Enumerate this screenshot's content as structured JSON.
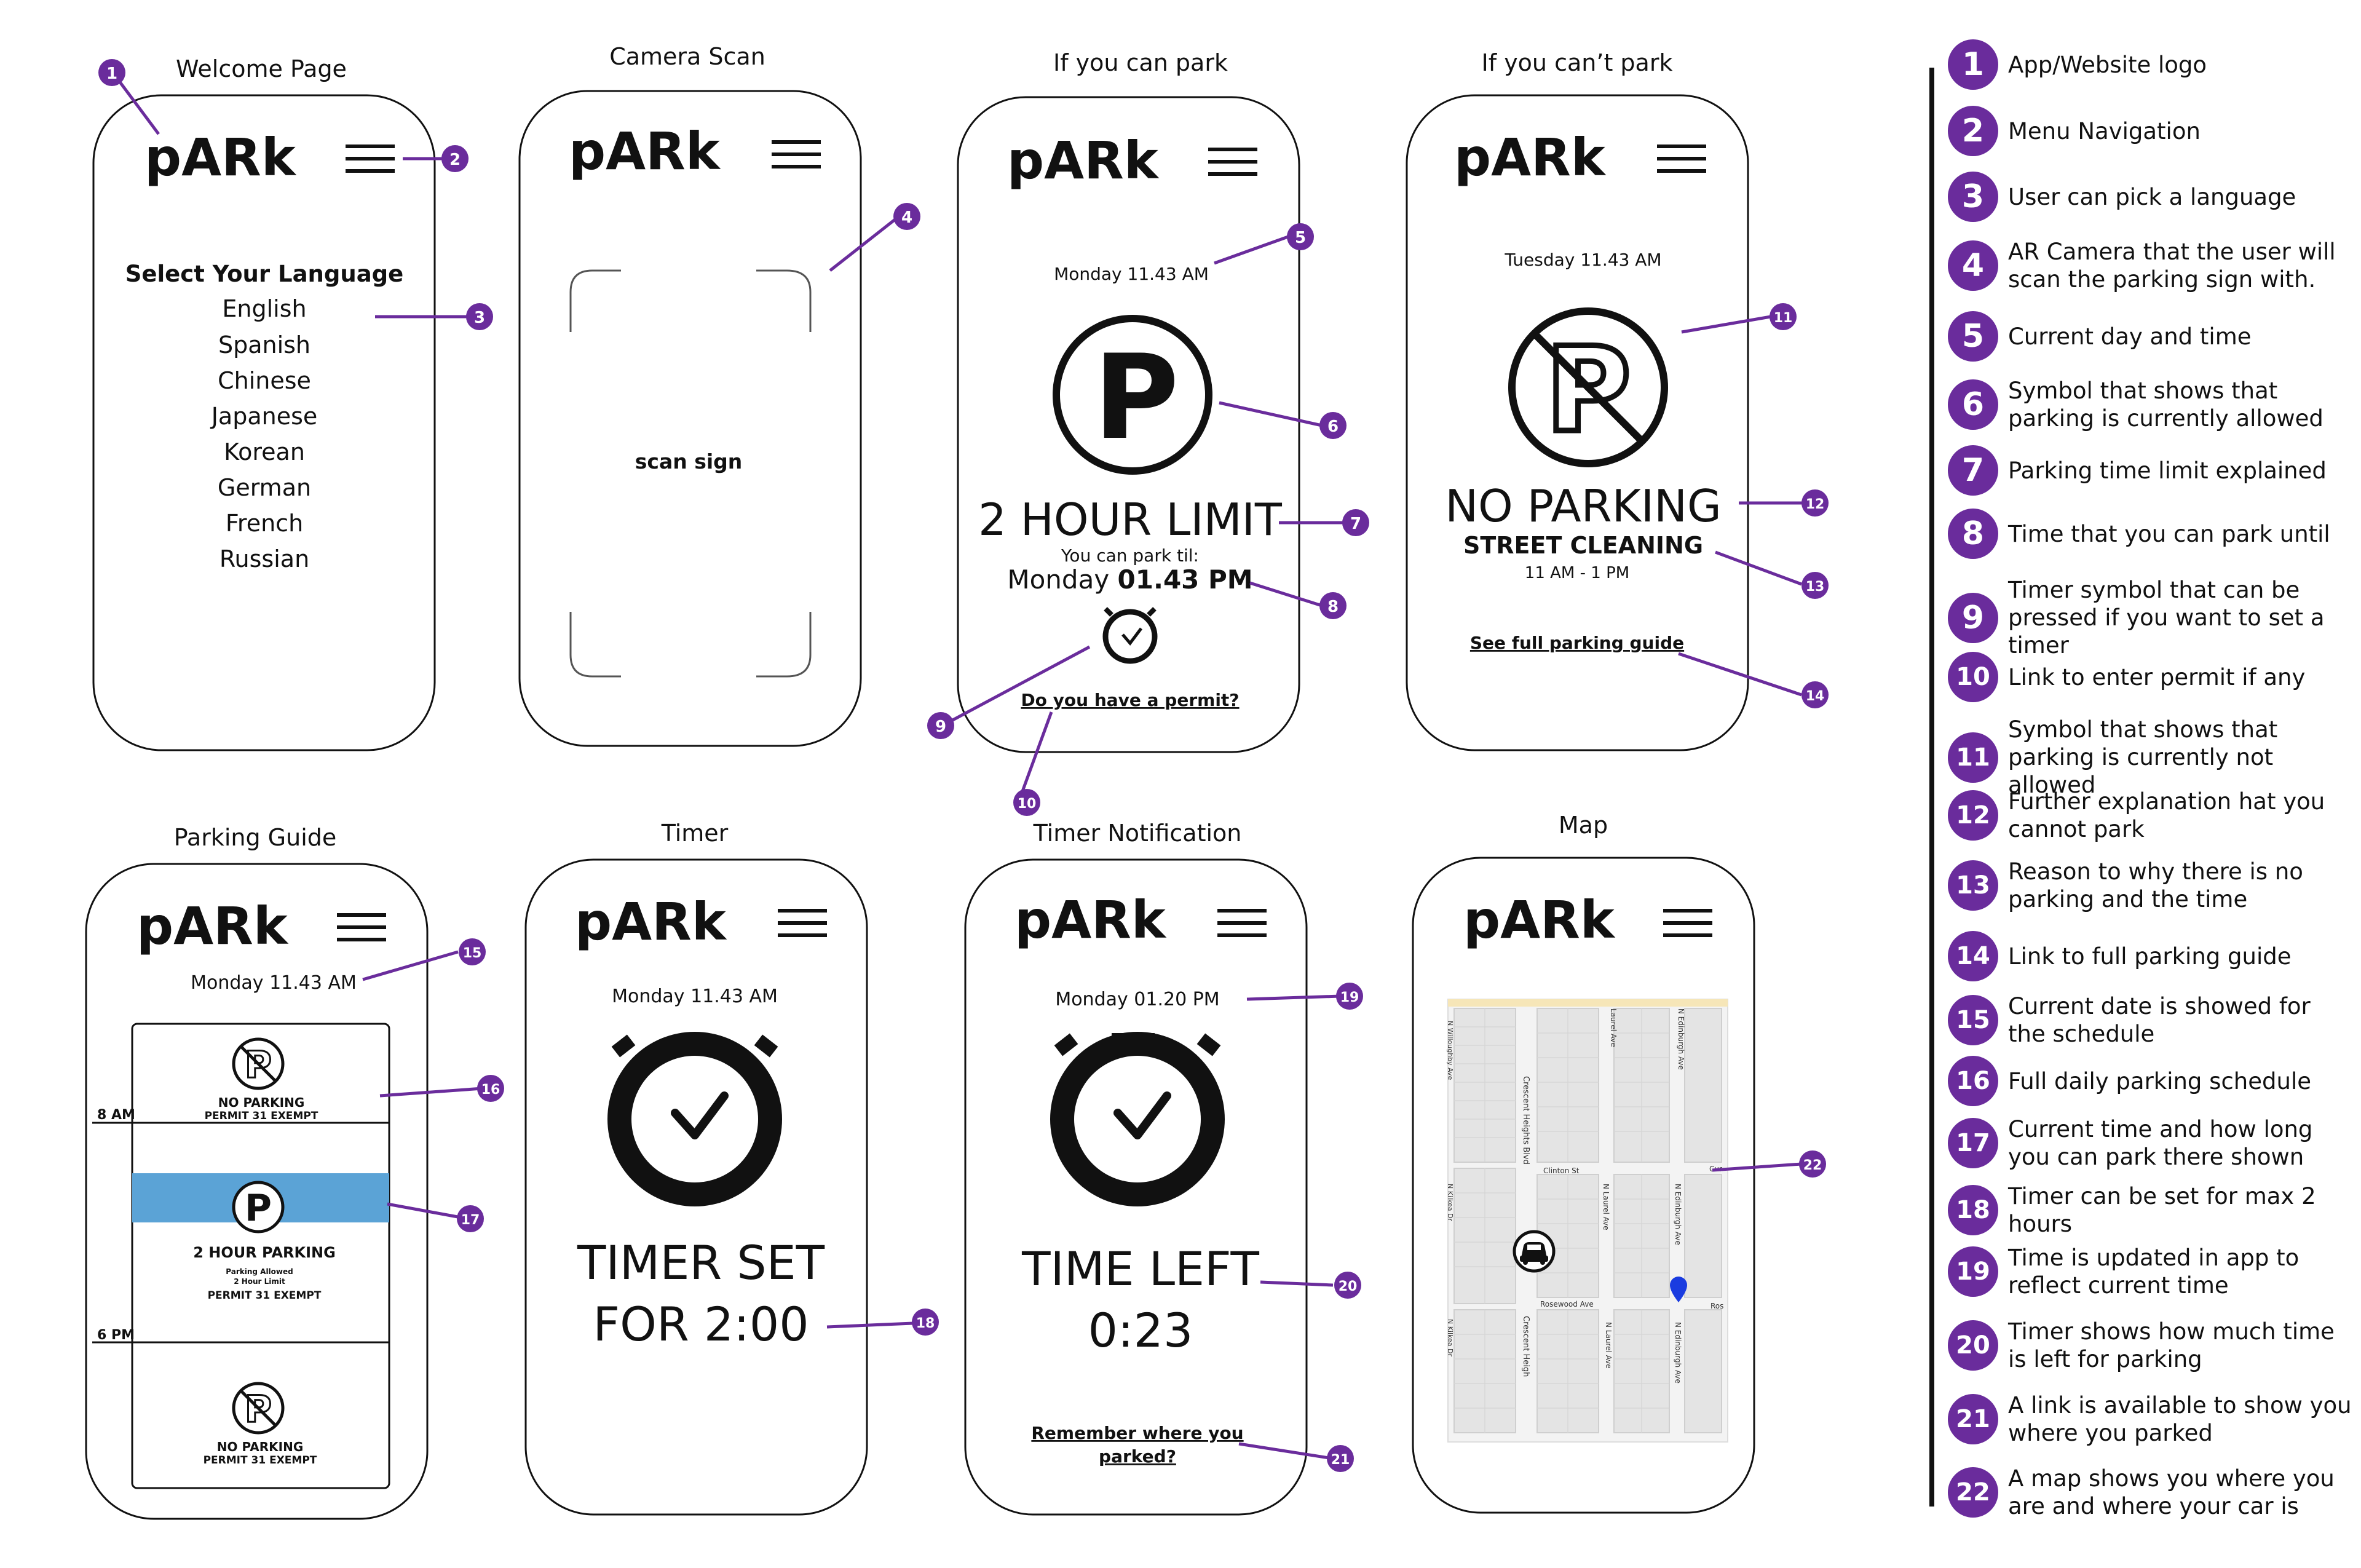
{
  "app": {
    "logo": "pARk"
  },
  "screens": {
    "welcome": {
      "title": "Welcome Page",
      "heading": "Select Your Language",
      "languages": [
        "English",
        "Spanish",
        "Chinese",
        "Japanese",
        "Korean",
        "German",
        "French",
        "Russian"
      ]
    },
    "camera": {
      "title": "Camera Scan",
      "prompt": "scan sign"
    },
    "can_park": {
      "title": "If you can park",
      "datetime": "Monday 11.43 AM",
      "limit": "2 HOUR LIMIT",
      "until_label": "You can park til:",
      "until_day": "Monday",
      "until_time": "01.43 PM",
      "permit_link": "Do you have a permit?"
    },
    "cant_park": {
      "title": "If you can’t park",
      "datetime": "Tuesday 11.43 AM",
      "status": "NO PARKING",
      "reason": "STREET CLEANING",
      "hours": "11 AM - 1 PM",
      "guide_link": "See full parking guide"
    },
    "guide": {
      "title": "Parking Guide",
      "datetime": "Monday 11.43 AM",
      "time_8am": "8 AM",
      "time_6pm": "6 PM",
      "block1_title": "NO PARKING",
      "block1_sub": "PERMIT 31 EXEMPT",
      "block2_title": "2 HOUR PARKING",
      "block2_line1": "Parking Allowed",
      "block2_line2": "2 Hour Limit",
      "block2_sub": "PERMIT 31 EXEMPT",
      "block3_title": "NO PARKING",
      "block3_sub": "PERMIT 31 EXEMPT",
      "highlight_color": "#5ba3d6"
    },
    "timer": {
      "title": "Timer",
      "datetime": "Monday 11.43 AM",
      "line1": "TIMER SET",
      "line2": "FOR 2:00"
    },
    "notification": {
      "title": "Timer Notification",
      "datetime": "Monday 01.20 PM",
      "line1": "TIME LEFT",
      "line2": "0:23",
      "link_line1": "Remember where you",
      "link_line2": "parked?"
    },
    "map": {
      "title": "Map",
      "streets": [
        "Laurel Ave",
        "N Edinburgh Ave",
        "N Willoughby Ave",
        "Crescent Heights Blvd",
        "Clinton St",
        "N Laurel Ave",
        "N Edinburgh Ave",
        "N Kilkea Dr",
        "Rosewood Ave",
        "N Kilkea Dr",
        "Crescent Heigh",
        "N Laurel Ave",
        "N Edinburgh Ave",
        "Cur",
        "Ros"
      ],
      "pin_color": "#1a3ce0"
    }
  },
  "badges": [
    "1",
    "2",
    "3",
    "4",
    "5",
    "6",
    "7",
    "8",
    "9",
    "10",
    "11",
    "12",
    "13",
    "14",
    "15",
    "16",
    "17",
    "18",
    "19",
    "20",
    "21",
    "22"
  ],
  "legend": [
    {
      "num": "1",
      "text": "App/Website logo"
    },
    {
      "num": "2",
      "text": "Menu Navigation"
    },
    {
      "num": "3",
      "text": "User can pick a language"
    },
    {
      "num": "4",
      "text": "AR Camera that the user will scan the parking sign with."
    },
    {
      "num": "5",
      "text": "Current day and time"
    },
    {
      "num": "6",
      "text": "Symbol that shows that parking is currently allowed"
    },
    {
      "num": "7",
      "text": "Parking time limit explained"
    },
    {
      "num": "8",
      "text": "Time that you can park until"
    },
    {
      "num": "9",
      "text": "Timer symbol that can be pressed if you want to set a timer"
    },
    {
      "num": "10",
      "text": "Link to enter permit if any"
    },
    {
      "num": "11",
      "text": "Symbol that shows that parking is currently not allowed"
    },
    {
      "num": "12",
      "text": "Further explanation hat you cannot park"
    },
    {
      "num": "13",
      "text": "Reason to why there is no parking and the time"
    },
    {
      "num": "14",
      "text": "Link to full parking guide"
    },
    {
      "num": "15",
      "text": "Current date is showed for the schedule"
    },
    {
      "num": "16",
      "text": "Full daily parking schedule"
    },
    {
      "num": "17",
      "text": "Current time and how long you can park there shown"
    },
    {
      "num": "18",
      "text": "Timer can be set for max 2 hours"
    },
    {
      "num": "19",
      "text": "Time is updated in app to reflect current time"
    },
    {
      "num": "20",
      "text": "Timer shows how much time is left for parking"
    },
    {
      "num": "21",
      "text": "A link is available to show you where you parked"
    },
    {
      "num": "22",
      "text": "A map shows you where you are and where your car is"
    }
  ],
  "colors": {
    "badge": "#6a2c9c",
    "stroke": "#111111"
  }
}
